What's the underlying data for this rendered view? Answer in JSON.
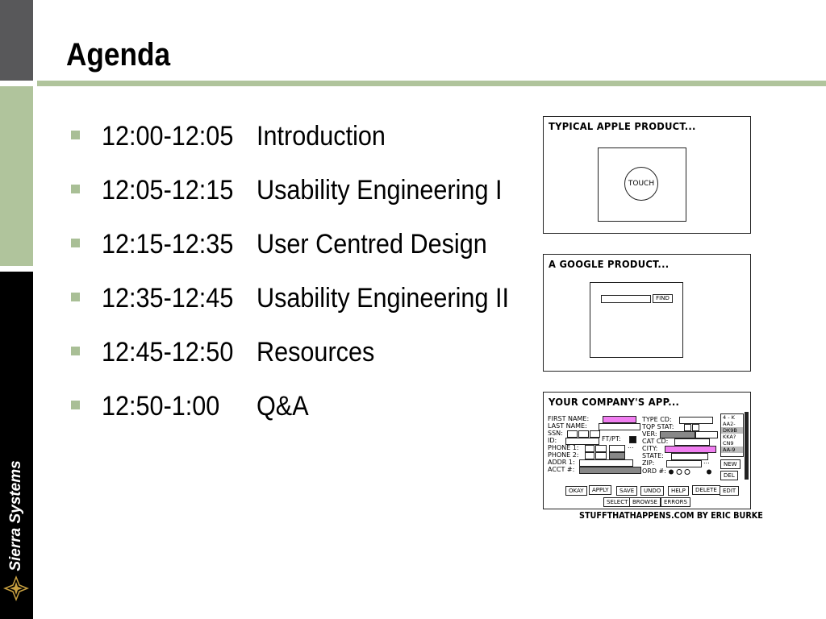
{
  "slide": {
    "title": "Agenda",
    "brand": "Sierra Systems",
    "items": [
      {
        "time": "12:00-12:05",
        "topic": "Introduction"
      },
      {
        "time": "12:05-12:15",
        "topic": "Usability Engineering I"
      },
      {
        "time": "12:15-12:35",
        "topic": "User Centred Design"
      },
      {
        "time": "12:35-12:45",
        "topic": "Usability Engineering II"
      },
      {
        "time": "12:45-12:50",
        "topic": "Resources"
      },
      {
        "time": "12:50-1:00",
        "topic": "Q&A"
      }
    ]
  },
  "comic": {
    "panel1": {
      "caption": "TYPICAL APPLE PRODUCT...",
      "button": "TOUCH"
    },
    "panel2": {
      "caption": "A GOOGLE PRODUCT...",
      "button": "FIND"
    },
    "panel3": {
      "caption": "YOUR COMPANY'S APP...",
      "labels": {
        "first_name": "FIRST NAME:",
        "last_name": "LAST NAME:",
        "ssn": "SSN:",
        "id": "ID:",
        "phone1": "PHONE 1:",
        "phone2": "PHONE 2:",
        "addr1": "ADDR 1:",
        "acct": "ACCT #:",
        "ftpt": "FT/PT:",
        "type_cd": "TYPE CD:",
        "tqp_stat": "TQP STAT:",
        "ver": "VER:",
        "cat_cd": "CAT CD:",
        "city": "CITY:",
        "state": "STATE:",
        "zip": "ZIP:",
        "ord": "ORD #:",
        "ellipsis": "..."
      },
      "list": [
        "4 - K",
        "AA2-",
        "DK9B",
        "KKA?",
        "CN9",
        "AA-9"
      ],
      "side_buttons": [
        "NEW",
        "DEL"
      ],
      "buttons": [
        "OKAY",
        "APPLY",
        "SAVE",
        "UNDO",
        "HELP",
        "DELETE",
        "EDIT"
      ],
      "buttons2": [
        "SELECT",
        "BROWSE",
        "ERRORS"
      ]
    },
    "credit": "STUFFTHATHAPPENS.COM BY ERIC BURKE"
  }
}
